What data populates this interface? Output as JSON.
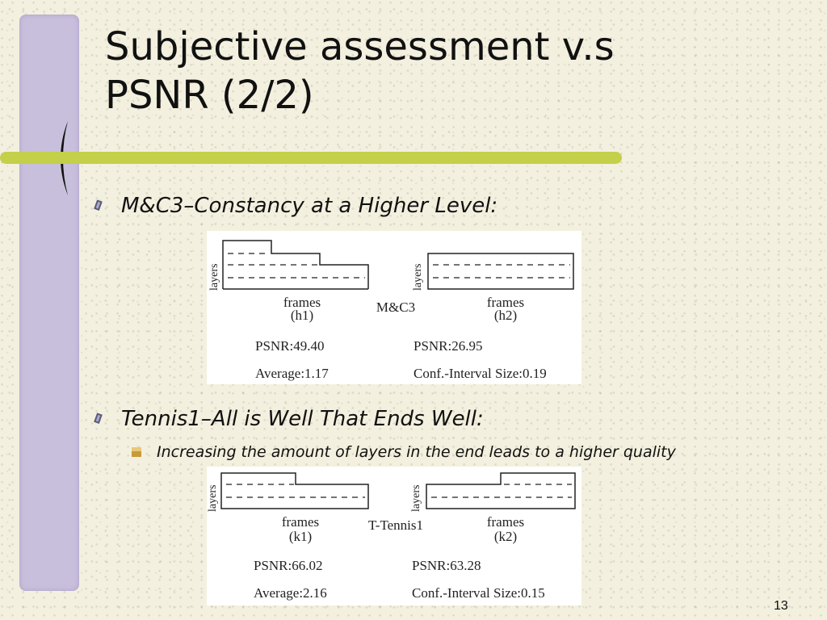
{
  "slide": {
    "title_line1": "Subjective  assessment v.s",
    "title_line2": "PSNR (2/2)",
    "page_number": "13"
  },
  "bullets": [
    {
      "text": "M&C3–Constancy at a Higher Level:"
    },
    {
      "text": "Tennis1–All is Well That Ends Well:"
    }
  ],
  "sub_bullets": [
    {
      "text": "Increasing the amount of layers in the end leads to a higher quality"
    }
  ],
  "figures": [
    {
      "center_label": "M&C3",
      "left": {
        "ylabel": "layers",
        "xlabel": "frames",
        "sub": "(h1)",
        "psnr": "PSNR:49.40",
        "stat": "Average:1.17"
      },
      "right": {
        "ylabel": "layers",
        "xlabel": "frames",
        "sub": "(h2)",
        "psnr": "PSNR:26.95",
        "stat": "Conf.-Interval Size:0.19"
      }
    },
    {
      "center_label": "T-Tennis1",
      "left": {
        "ylabel": "layers",
        "xlabel": "frames",
        "sub": "(k1)",
        "psnr": "PSNR:66.02",
        "stat": "Average:2.16"
      },
      "right": {
        "ylabel": "layers",
        "xlabel": "frames",
        "sub": "(k2)",
        "psnr": "PSNR:63.28",
        "stat": "Conf.-Interval Size:0.15"
      }
    }
  ],
  "colors": {
    "background": "#f3f0df",
    "left_bar": "#c8bfdc",
    "rule": "#c4cf4a"
  }
}
